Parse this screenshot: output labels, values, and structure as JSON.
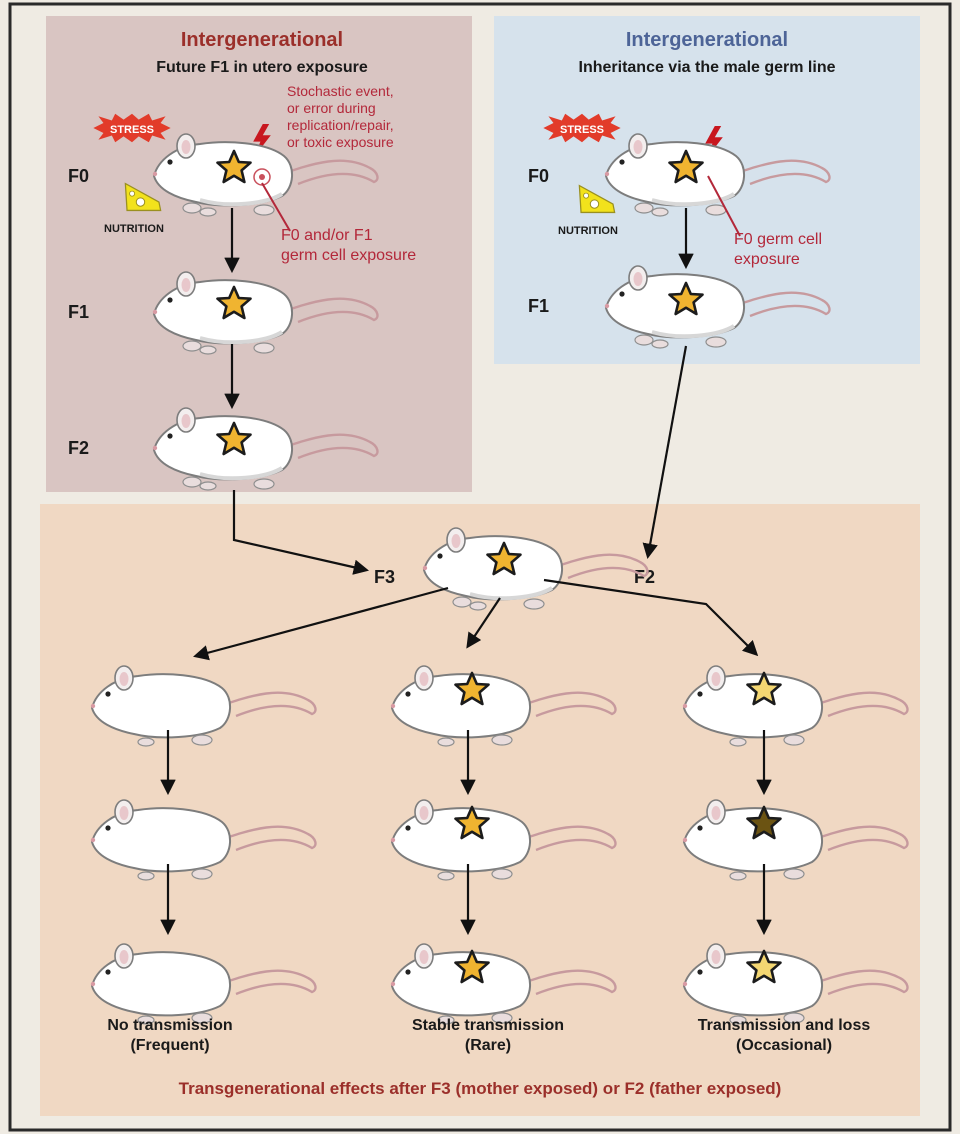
{
  "left_panel": {
    "title": "Intergenerational",
    "subtitle": "Future F1 in utero exposure",
    "event_note": [
      "Stochastic event,",
      "or error during",
      "replication/repair,",
      "or toxic exposure"
    ],
    "germ_note": [
      "F0 and/or F1",
      "germ cell exposure"
    ],
    "generations": [
      "F0",
      "F1",
      "F2"
    ],
    "stress_label": "STRESS",
    "nutrition_label": "NUTRITION"
  },
  "right_panel": {
    "title": "Intergenerational",
    "subtitle": "Inheritance via the male germ line",
    "germ_note": [
      "F0 germ cell",
      "exposure"
    ],
    "generations": [
      "F0",
      "F1"
    ],
    "stress_label": "STRESS",
    "nutrition_label": "NUTRITION"
  },
  "bottom_panel": {
    "merge_left_label": "F3",
    "merge_right_label": "F2",
    "outcomes": [
      {
        "line1": "No transmission",
        "line2": "(Frequent)"
      },
      {
        "line1": "Stable transmission",
        "line2": "(Rare)"
      },
      {
        "line1": "Transmission and loss",
        "line2": "(Occasional)"
      }
    ],
    "caption": "Transgenerational effects after F3 (mother exposed) or F2 (father exposed)"
  },
  "colors": {
    "left_panel_bg": "#d9c5c2",
    "right_panel_bg": "#d6e2ec",
    "bottom_panel_bg": "#f0d8c3",
    "title_red": "#9b2f2a",
    "title_blue": "#4d6497",
    "note_red": "#b3283a",
    "star_gold": "#f0b430",
    "star_pale": "#f4d772",
    "star_dark": "#6b5312",
    "stress_red": "#e23b2a",
    "nutrition_yellow": "#f2e21c"
  }
}
